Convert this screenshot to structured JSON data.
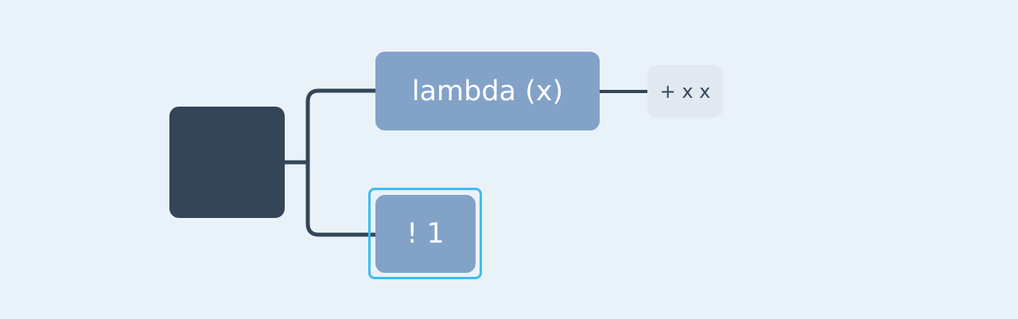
{
  "colors": {
    "background": "#EAF2F9",
    "root_fill": "#344558",
    "branch_fill": "#82A2C8",
    "branch_text": "#FFFFFF",
    "leaf_fill": "#E1E8F0",
    "leaf_text": "#344558",
    "connector": "#344558",
    "selection": "#3BBDF0"
  },
  "tree": {
    "root": {
      "label": ""
    },
    "lambda": {
      "label": "lambda (x)"
    },
    "lambda_body": {
      "label": "+ x x"
    },
    "bang": {
      "label": "! 1",
      "selected": true
    }
  }
}
